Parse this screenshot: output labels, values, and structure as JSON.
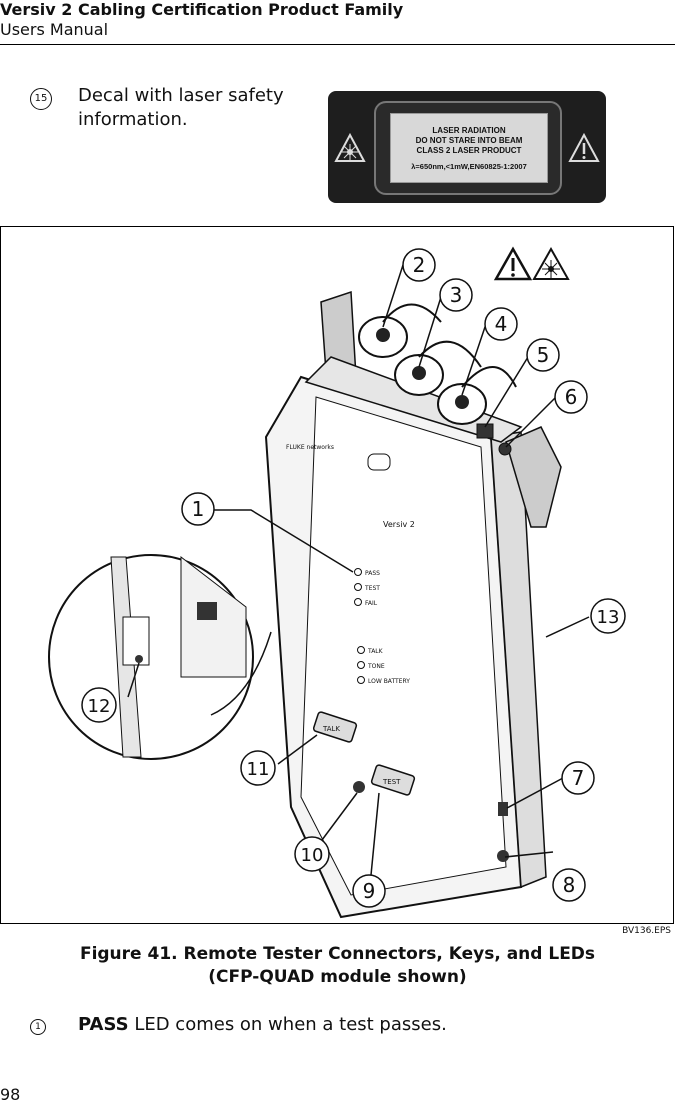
{
  "header": {
    "title": "Versiv 2 Cabling Certification Product Family",
    "subtitle": "Users Manual"
  },
  "item15": {
    "marker": "15",
    "text": "Decal with laser safety information."
  },
  "decal": {
    "line1": "LASER RADIATION",
    "line2": "DO NOT STARE INTO BEAM",
    "line3": "CLASS 2 LASER PRODUCT",
    "spec": "λ=650nm,<1mW,EN60825-1:2007"
  },
  "figure": {
    "code": "BV136.EPS",
    "caption_line1": "Figure 41. Remote Tester Connectors, Keys, and LEDs",
    "caption_line2": "(CFP-QUAD module shown)",
    "device_labels": {
      "brand": "FLUKE networks",
      "model": "Versiv 2",
      "leds": [
        "PASS",
        "TEST",
        "FAIL",
        "TALK",
        "TONE",
        "LOW BATTERY"
      ],
      "keys": [
        "TALK",
        "TEST"
      ]
    },
    "callouts": [
      "1",
      "2",
      "3",
      "4",
      "5",
      "6",
      "7",
      "8",
      "9",
      "10",
      "11",
      "12",
      "13"
    ]
  },
  "item1": {
    "marker": "1",
    "bold": "PASS",
    "text": " LED comes on when a test passes."
  },
  "page_number": "98"
}
